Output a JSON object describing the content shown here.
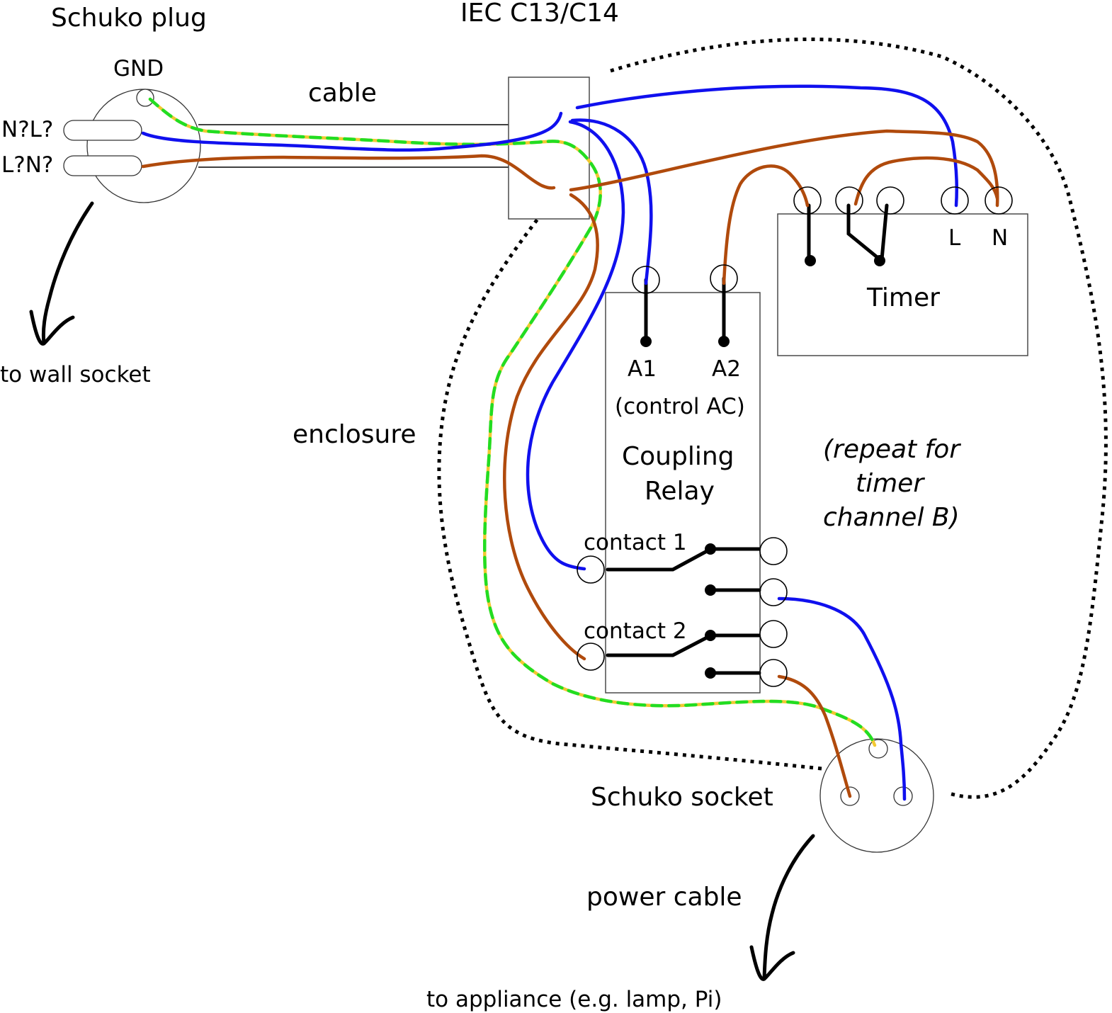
{
  "labels": {
    "schuko_plug": "Schuko plug",
    "iec": "IEC C13/C14",
    "gnd": "GND",
    "cable": "cable",
    "nl": "N?L?",
    "ln": "L?N?",
    "to_wall_socket": "to wall socket",
    "enclosure": "enclosure",
    "a1": "A1",
    "a2": "A2",
    "control_ac": "(control AC)",
    "coupling": "Coupling",
    "relay": "Relay",
    "contact_1": "contact 1",
    "contact_2": "contact 2",
    "timer": "Timer",
    "timer_l": "L",
    "timer_n": "N",
    "repeat_1": "(repeat for",
    "repeat_2": "timer",
    "repeat_3": "channel B)",
    "schuko_socket": "Schuko socket",
    "power_cable": "power cable",
    "to_appliance": "to appliance (e.g. lamp, Pi)"
  },
  "colors": {
    "live": "#b04a0c",
    "neutral": "#1010ee",
    "earth_green": "#22dd22",
    "earth_yellow": "#f2c832",
    "outline": "#000000"
  }
}
